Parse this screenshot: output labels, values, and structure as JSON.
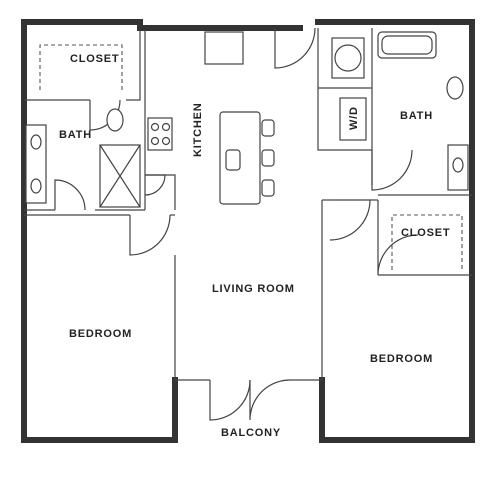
{
  "rooms": {
    "closet_top_left": "CLOSET",
    "bath_left": "BATH",
    "kitchen": "KITCHEN",
    "washer_dryer": "W/D",
    "bath_right": "BATH",
    "closet_right": "CLOSET",
    "living_room": "LIVING ROOM",
    "bedroom_left": "BEDROOM",
    "bedroom_right": "BEDROOM",
    "balcony": "BALCONY"
  }
}
